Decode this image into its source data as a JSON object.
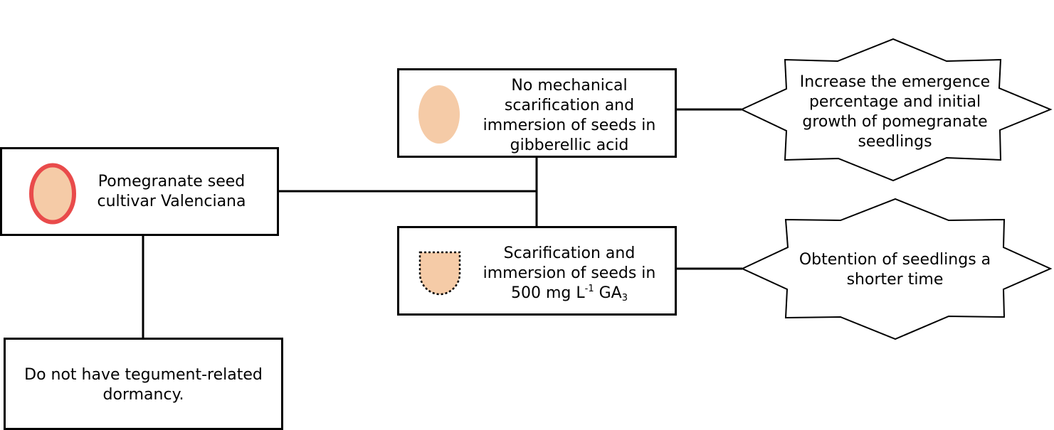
{
  "colors": {
    "seed_fill": "#f5cba7",
    "seed_outline_red": "#e94b4b",
    "stroke": "#000000"
  },
  "nodes": {
    "source": {
      "lines": [
        "Pomegranate seed",
        "cultivar Valenciana"
      ],
      "icon": "whole-seed-red-outline"
    },
    "no_dormancy": {
      "lines": [
        "Do not have tegument-related",
        "dormancy."
      ]
    },
    "treatment_1": {
      "lines": [
        "No mechanical",
        "scarification and",
        "immersion of seeds in",
        "gibberellic acid"
      ],
      "icon": "whole-seed"
    },
    "treatment_2": {
      "lines": [
        "Scarification and",
        "immersion of seeds in"
      ],
      "dose": {
        "value": "500 mg L",
        "exponent": "-1",
        "agent": "GA",
        "agent_subscript": "3"
      },
      "icon": "scarified-seed"
    },
    "outcome_1": {
      "lines": [
        "Increase the emergence",
        "percentage and initial",
        "growth of pomegranate",
        "seedlings"
      ],
      "shape": "starburst"
    },
    "outcome_2": {
      "lines": [
        "Obtention of seedlings a",
        "shorter time"
      ],
      "shape": "starburst"
    }
  }
}
